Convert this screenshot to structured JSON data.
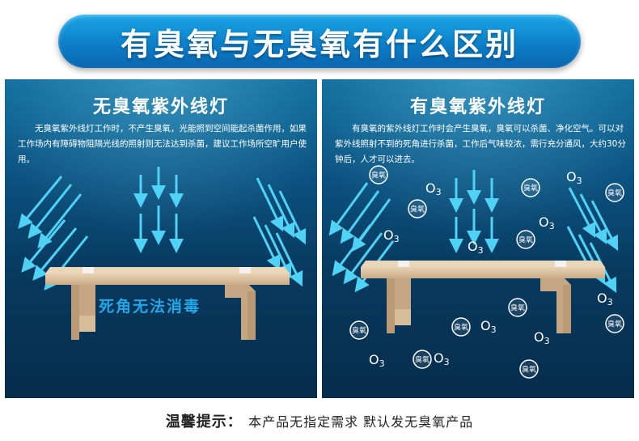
{
  "title": "有臭氧与无臭氧有什么区别",
  "left_panel": {
    "title": "无臭氧紫外线灯",
    "description": "无臭氧紫外线灯工作时，不产生臭氧，光能照到空间能起杀菌作用，如果工作场内有障碍物阻隔光线的照射则无法达到杀菌，建议工作场所空旷用户使用。",
    "dead_angle_text": "死角无法消毒"
  },
  "right_panel": {
    "title": "有臭氧紫外线灯",
    "description": "有臭氧的紫外线灯工作时会产生臭氧，臭氧可以杀菌、净化空气。可以对紫外线照射不到的死角进行杀菌，工作后气味较浓，需行充分通风，大约30分钟后，人才可以进去。",
    "bubble_label": "臭氧",
    "ozone_label": "O",
    "ozone_sub": "3"
  },
  "tip": {
    "label": "温馨提示：",
    "text": "本产品无指定需求 默认发无臭氧产品"
  },
  "colors": {
    "title_bar": "#1aa7e6",
    "panel_bg": "#0b4f7c",
    "arrow": "#4fd2f5",
    "table": "#c8ad8a",
    "dead_text": "#23a7e6"
  },
  "icons": [
    "uv-arrow-icon",
    "ozone-bubble-icon"
  ]
}
